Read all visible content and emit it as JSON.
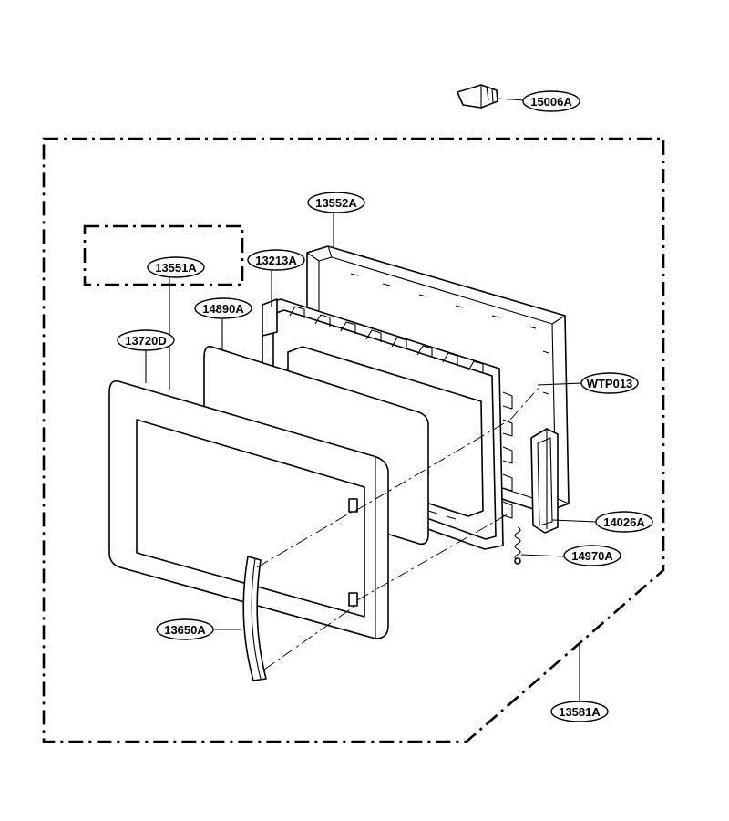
{
  "diagram": {
    "callouts": {
      "part_15006A": "15006A",
      "part_13552A": "13552A",
      "part_13551A": "13551A",
      "part_13213A": "13213A",
      "part_14890A": "14890A",
      "part_13720D": "13720D",
      "part_WTP013": "WTP013",
      "part_14026A": "14026A",
      "part_14970A": "14970A",
      "part_13650A": "13650A",
      "part_13581A": "13581A"
    }
  }
}
